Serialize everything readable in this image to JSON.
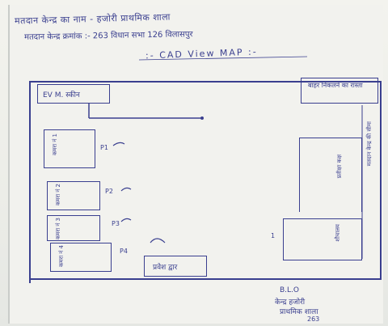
{
  "header": {
    "line1": "मतदान केन्द्र का नाम - हजोरी प्राथमिक शाला",
    "line2": "मतदान केन्द्र क्रमांक :- 263 विधान सभा 126 विलासपुर",
    "line3": ":- CAD View MAP :-"
  },
  "map": {
    "ev_box": "EV M. स्कीन",
    "top_right_box": "बाहर निकलने का रास्ता",
    "room_labels": [
      "कमरा नं 1",
      "कमरा नं 2",
      "कमरा नं 3",
      "कमरा नं 4"
    ],
    "room_marks": [
      "P1",
      "P2",
      "P3",
      "P4"
    ],
    "bottom_center_box": "प्रवेश द्वार",
    "right_room": "प्रतीक्षा कक्ष",
    "right_small": "शौचालय",
    "right_side_text": "मतदान केन्द्र की सीमा",
    "right_room_num": "1"
  },
  "footer": {
    "line1": "B.L.O",
    "line2": "केन्द्र हजोरी",
    "line3": "प्राथमिक शाला",
    "line4": "263"
  }
}
